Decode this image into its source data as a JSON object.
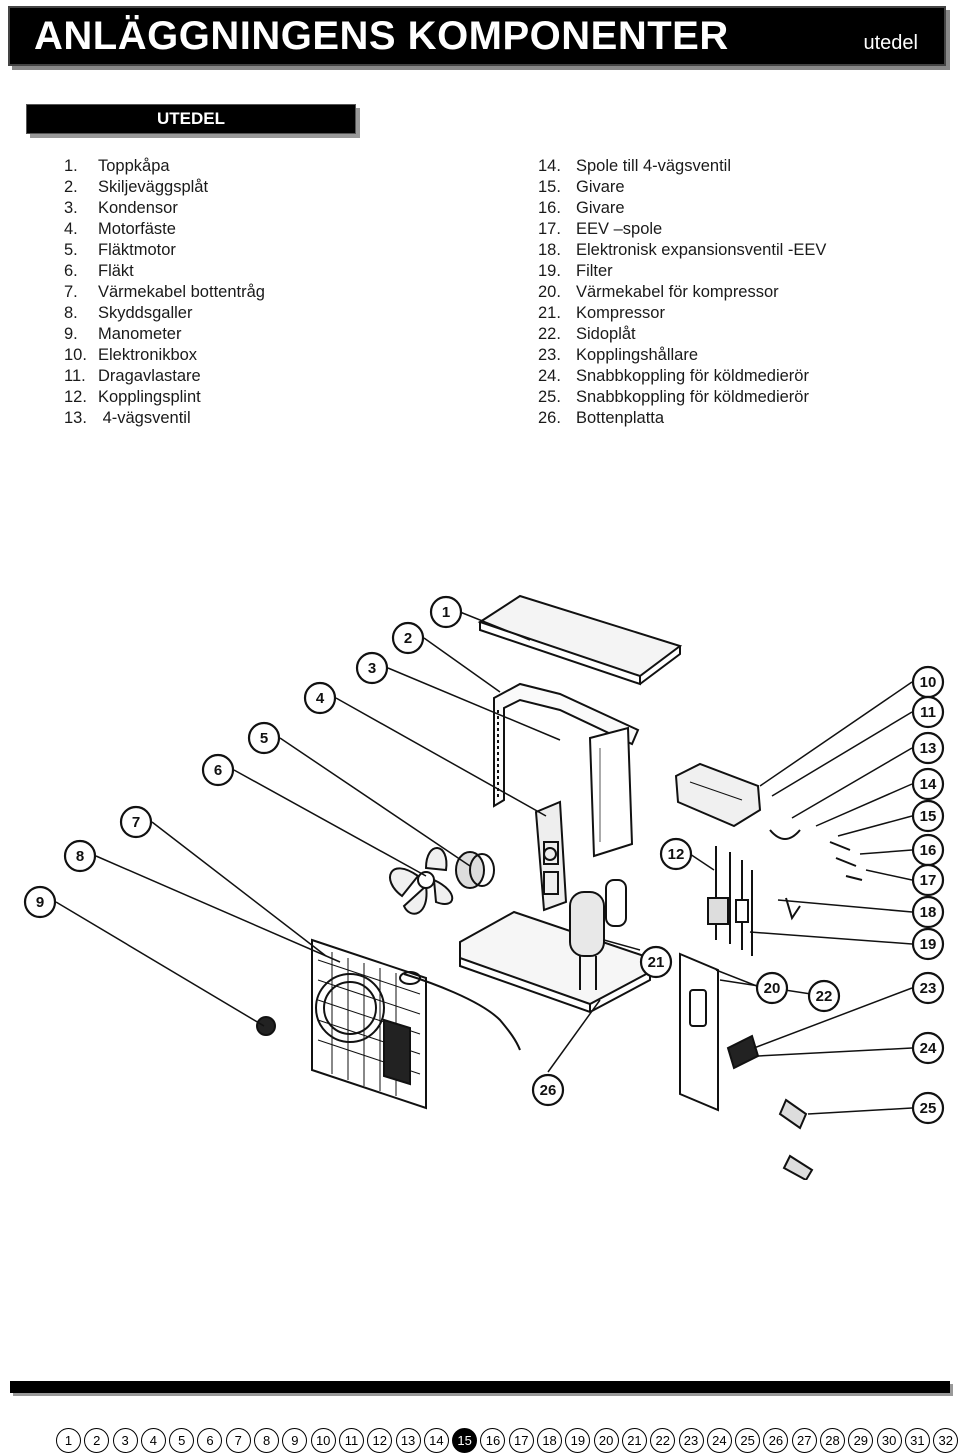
{
  "header": {
    "title": "ANLÄGGNINGENS KOMPONENTER",
    "subtitle": "utedel"
  },
  "section": {
    "label": "UTEDEL"
  },
  "parts_left": [
    {
      "num": "1.",
      "name": "Toppkåpa"
    },
    {
      "num": "2.",
      "name": "Skiljeväggsplåt"
    },
    {
      "num": "3.",
      "name": "Kondensor"
    },
    {
      "num": "4.",
      "name": "Motorfäste"
    },
    {
      "num": "5.",
      "name": "Fläktmotor"
    },
    {
      "num": "6.",
      "name": "Fläkt"
    },
    {
      "num": "7.",
      "name": "Värmekabel bottentråg"
    },
    {
      "num": "8.",
      "name": "Skyddsgaller"
    },
    {
      "num": "9.",
      "name": "Manometer"
    },
    {
      "num": "10.",
      "name": "Elektronikbox"
    },
    {
      "num": "11.",
      "name": "Dragavlastare"
    },
    {
      "num": "12.",
      "name": "Kopplingsplint"
    },
    {
      "num": "13.",
      "name": " 4-vägsventil"
    }
  ],
  "parts_right": [
    {
      "num": "14.",
      "name": "Spole till 4-vägsventil"
    },
    {
      "num": "15.",
      "name": "Givare"
    },
    {
      "num": "16.",
      "name": "Givare"
    },
    {
      "num": "17.",
      "name": "EEV –spole"
    },
    {
      "num": "18.",
      "name": "Elektronisk expansionsventil -EEV"
    },
    {
      "num": "19.",
      "name": "Filter"
    },
    {
      "num": "20.",
      "name": "Värmekabel för kompressor"
    },
    {
      "num": "21.",
      "name": "Kompressor"
    },
    {
      "num": "22.",
      "name": "Sidoplåt"
    },
    {
      "num": "23.",
      "name": "Kopplingshållare"
    },
    {
      "num": "24.",
      "name": "Snabbkoppling för köldmedierör"
    },
    {
      "num": "25.",
      "name": "Snabbkoppling för köldmedierör"
    },
    {
      "num": "26.",
      "name": "Bottenplatta"
    }
  ],
  "callouts": [
    "1",
    "2",
    "3",
    "4",
    "5",
    "6",
    "7",
    "8",
    "9",
    "10",
    "11",
    "12",
    "13",
    "14",
    "15",
    "16",
    "17",
    "18",
    "19",
    "20",
    "21",
    "22",
    "23",
    "24",
    "25",
    "26"
  ],
  "pages": [
    "1",
    "2",
    "3",
    "4",
    "5",
    "6",
    "7",
    "8",
    "9",
    "10",
    "11",
    "12",
    "13",
    "14",
    "15",
    "16",
    "17",
    "18",
    "19",
    "20",
    "21",
    "22",
    "23",
    "24",
    "25",
    "26",
    "27",
    "28",
    "29",
    "30",
    "31",
    "32"
  ],
  "current_page": "15"
}
